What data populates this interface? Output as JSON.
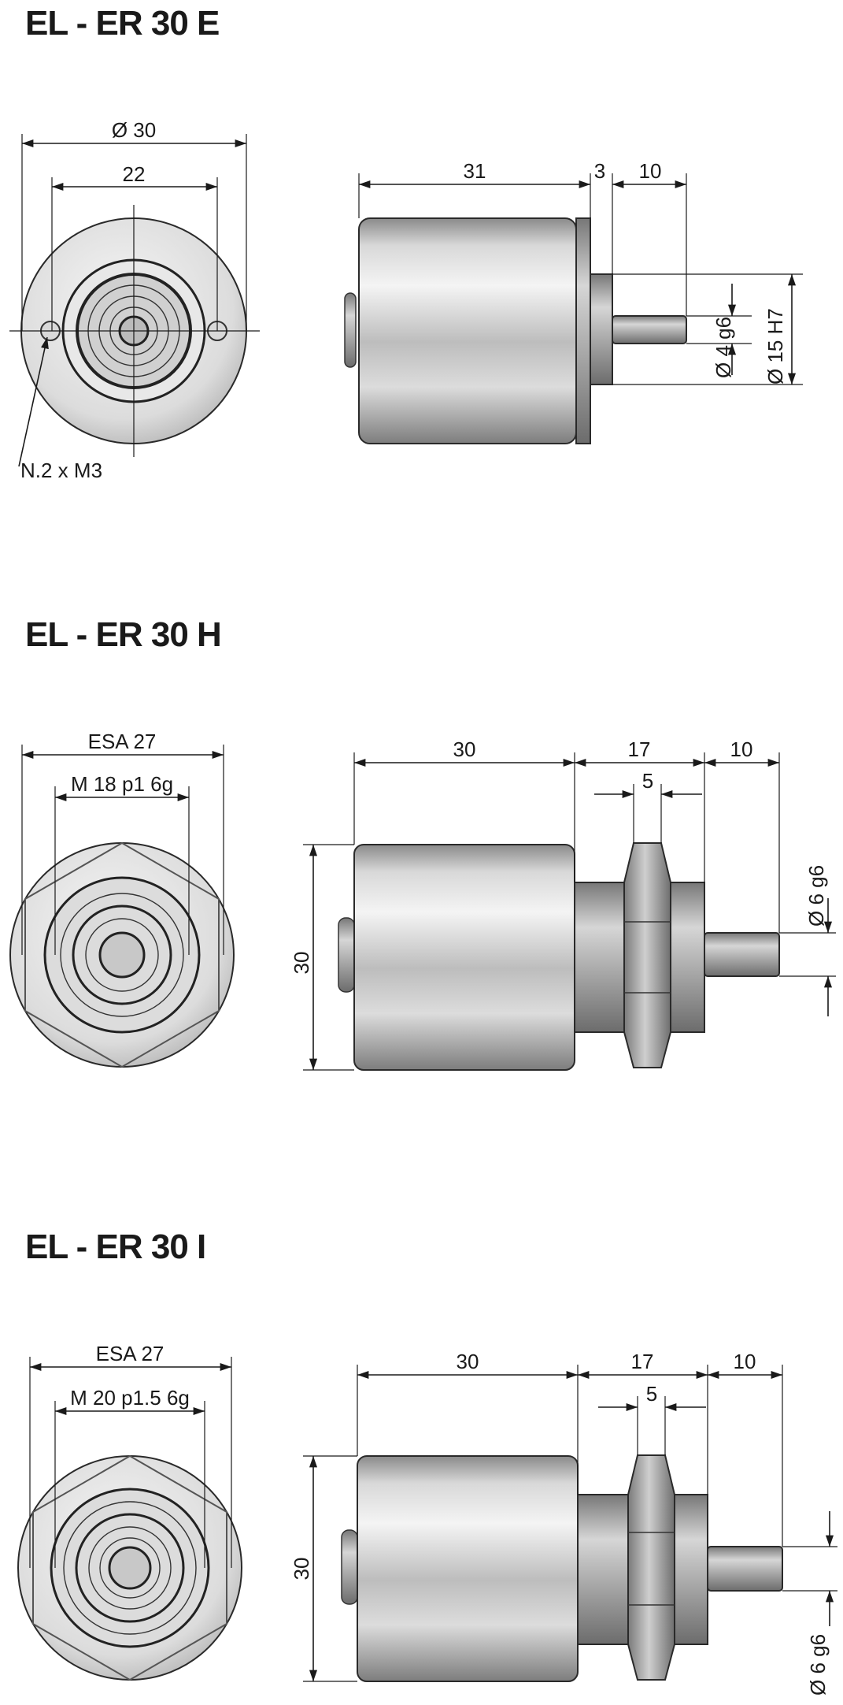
{
  "sections": [
    {
      "title": "EL - ER 30 E",
      "front": {
        "outer_dia": "Ø 30",
        "hole_spacing": "22",
        "holes": "N.2 x M3"
      },
      "side": {
        "body_len": "31",
        "flange": "3",
        "shaft_len": "10",
        "shaft_dia": "Ø 4 g6",
        "hub_dia": "Ø 15 H7"
      }
    },
    {
      "title": "EL - ER 30 H",
      "front": {
        "hex": "ESA 27",
        "thread": "M 18 p1 6g"
      },
      "side": {
        "body_len": "30",
        "neck_len": "17",
        "nut": "5",
        "shaft_len": "10",
        "height": "30",
        "shaft_dia": "Ø 6 g6"
      }
    },
    {
      "title": "EL - ER 30 I",
      "front": {
        "hex": "ESA 27",
        "thread": "M 20 p1.5 6g"
      },
      "side": {
        "body_len": "30",
        "neck_len": "17",
        "nut": "5",
        "shaft_len": "10",
        "height": "30",
        "shaft_dia": "Ø 6 g6"
      }
    }
  ]
}
